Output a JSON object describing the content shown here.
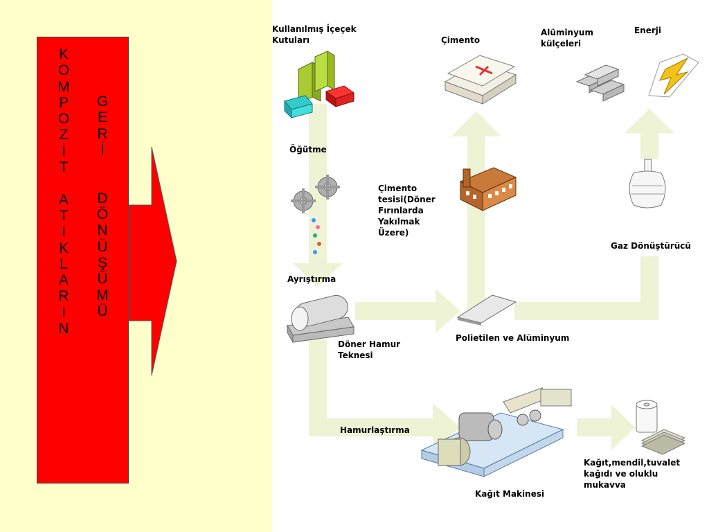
{
  "left": {
    "column1_letters": [
      "K",
      "O",
      "M",
      "P",
      "O",
      "Z",
      "İ",
      "T",
      "",
      "A",
      "T",
      "I",
      "K",
      "L",
      "A",
      "R",
      "I",
      "N"
    ],
    "column2_letters": [
      "G",
      "E",
      "R",
      "İ",
      "",
      "",
      "D",
      "Ö",
      "N",
      "Ü",
      "Ş",
      "Ü",
      "M",
      "Ü"
    ]
  },
  "labels": {
    "cans": [
      "Kullanılmış İçeçek",
      "Kutuları"
    ],
    "grinding": "Öğütme",
    "cement": "Çimento",
    "aluminium_ingots": [
      "Alüminyum",
      "külçeleri"
    ],
    "energy": "Enerji",
    "cement_plant": [
      "Çimento",
      "tesisi(Döner",
      "Fırınlarda",
      "Yakılmak",
      "Üzere)"
    ],
    "separation": "Ayrıştırma",
    "gasifier": "Gaz Dönüştürücü",
    "pulper": [
      "Döner Hamur",
      "Teknesi"
    ],
    "poly_alu": "Polietilen ve Alüminyum",
    "pulping": "Hamurlaştırma",
    "paper_machine": "Kağıt Makinesi",
    "products": [
      "Kağıt,mendil,tuvalet",
      "kağıdı ve oluklu",
      "mukavva"
    ]
  }
}
